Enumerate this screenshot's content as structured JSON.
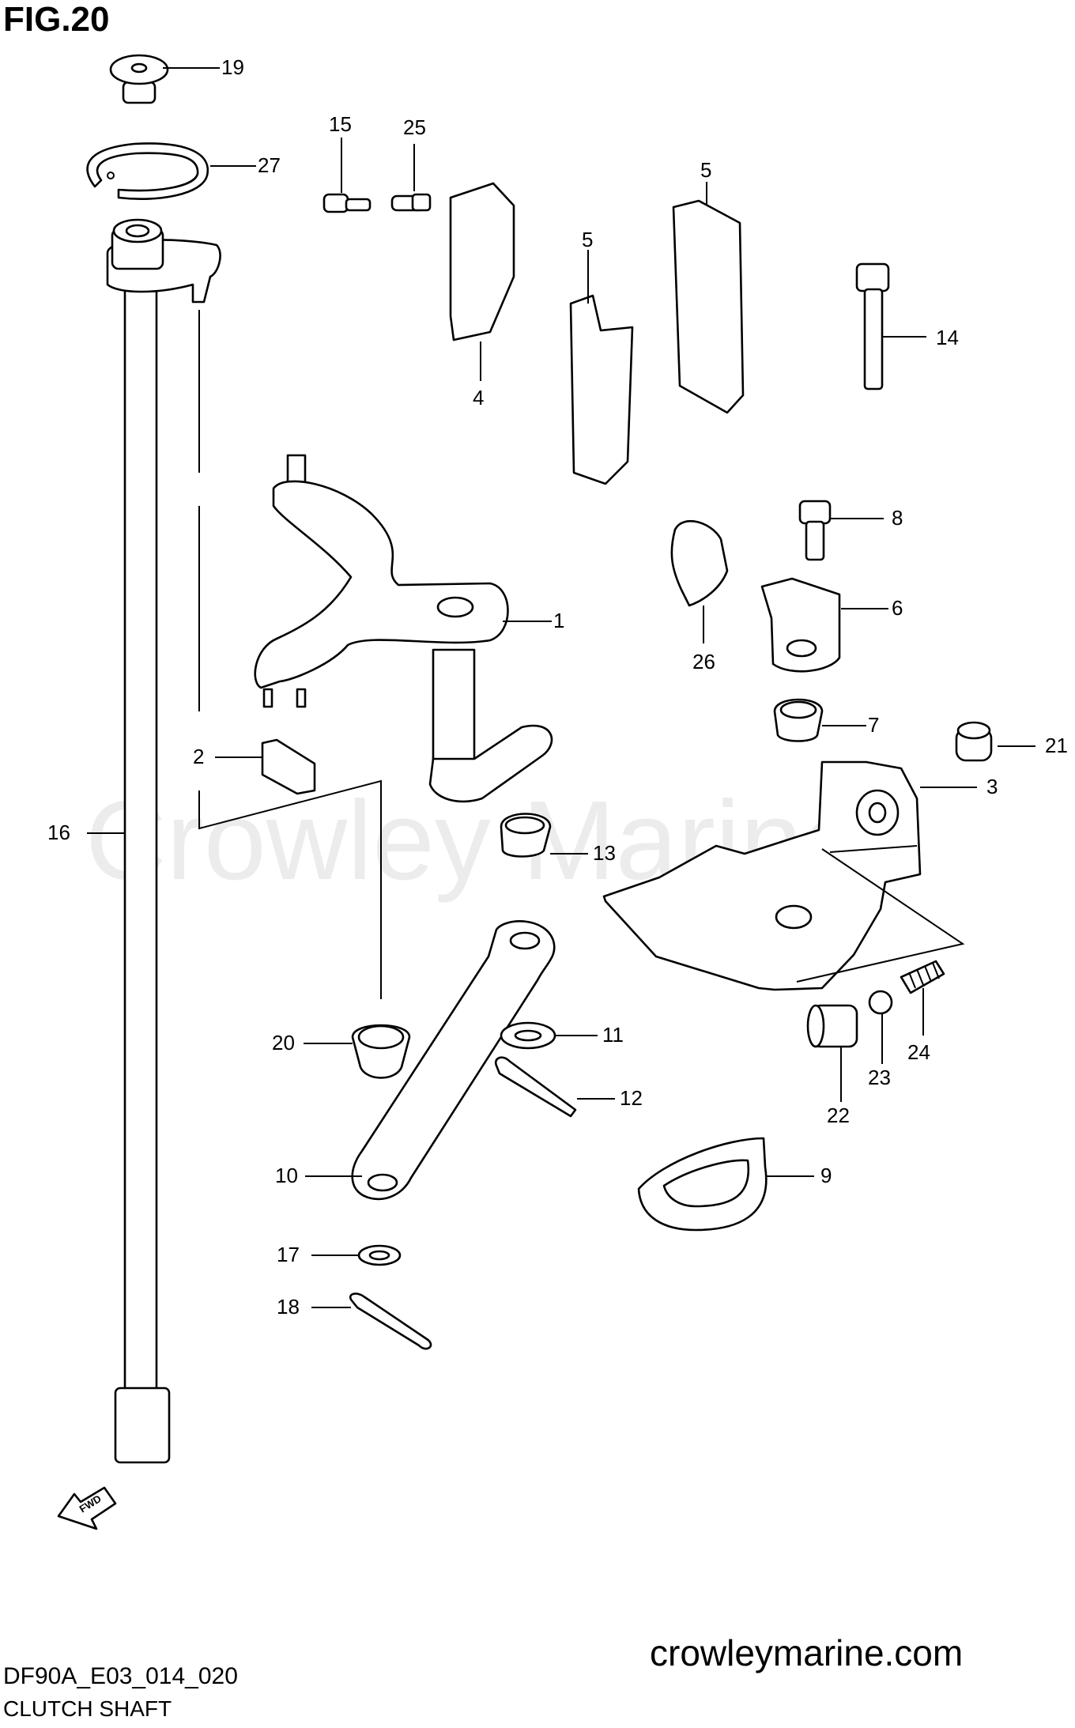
{
  "figure": {
    "title": "FIG.20",
    "watermark": "Crowley Marine",
    "model_code": "DF90A_E03_014_020",
    "section_name": "CLUTCH SHAFT",
    "website": "crowleymarine.com",
    "direction_label": "FWD"
  },
  "callouts": {
    "c1": "1",
    "c2": "2",
    "c3": "3",
    "c4": "4",
    "c5a": "5",
    "c5b": "5",
    "c6": "6",
    "c7": "7",
    "c8": "8",
    "c9": "9",
    "c10": "10",
    "c11": "11",
    "c12": "12",
    "c13": "13",
    "c14": "14",
    "c15": "15",
    "c16": "16",
    "c17": "17",
    "c18": "18",
    "c19": "19",
    "c20": "20",
    "c21": "21",
    "c22": "22",
    "c23": "23",
    "c24": "24",
    "c25": "25",
    "c26": "26",
    "c27": "27"
  }
}
